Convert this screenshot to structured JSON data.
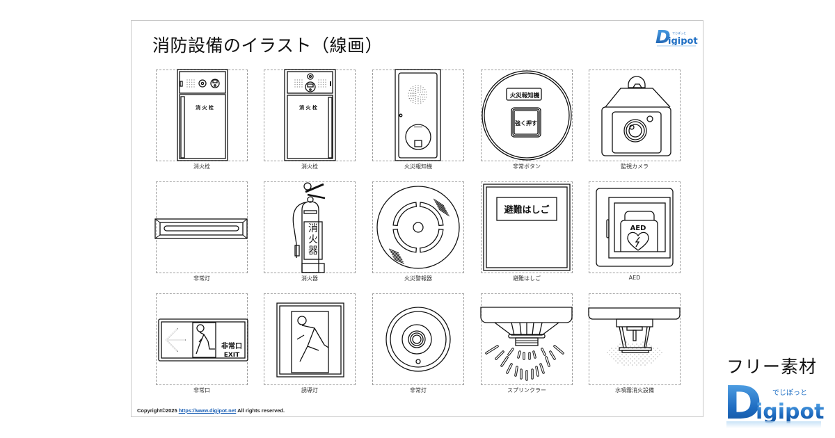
{
  "page": {
    "title": "消防設備のイラスト（線画）",
    "brand": "Digipot",
    "brand_kana": "でじぽっと",
    "free_label": "フリー素材",
    "copyright_prefix": "Copyright©2025 ",
    "copyright_link": "https://www.digipot.net",
    "copyright_suffix": " All rights reserved.",
    "colors": {
      "brand_blue": "#1f6fc4",
      "link_blue": "#1a5fb4",
      "line": "#111111",
      "frame": "#9a9a9a"
    }
  },
  "illustrations": [
    {
      "caption": "消火栓",
      "icon": "fire-hydrant-box-icon",
      "inner_text": "消 火 栓"
    },
    {
      "caption": "消火栓",
      "icon": "fire-hydrant-box-icon",
      "inner_text": "消 火 栓"
    },
    {
      "caption": "火災報知機",
      "icon": "fire-alarm-panel-icon"
    },
    {
      "caption": "非常ボタン",
      "icon": "emergency-button-icon",
      "inner_text": "火災報知機",
      "button_text": "強く押す"
    },
    {
      "caption": "監視カメラ",
      "icon": "security-camera-icon"
    },
    {
      "caption": "非常灯",
      "icon": "emergency-light-bar-icon"
    },
    {
      "caption": "消火器",
      "icon": "fire-extinguisher-icon",
      "inner_text": "消火器"
    },
    {
      "caption": "火災警報器",
      "icon": "smoke-detector-icon"
    },
    {
      "caption": "避難はしご",
      "icon": "escape-ladder-box-icon",
      "inner_text": "避難はしご"
    },
    {
      "caption": "AED",
      "icon": "aed-cabinet-icon",
      "inner_text": "AED"
    },
    {
      "caption": "非常口",
      "icon": "exit-sign-icon",
      "inner_text": "非常口",
      "inner_text_en": "EXIT"
    },
    {
      "caption": "誘導灯",
      "icon": "guide-light-icon"
    },
    {
      "caption": "非常灯",
      "icon": "emergency-ceiling-light-icon"
    },
    {
      "caption": "スプリンクラー",
      "icon": "sprinkler-icon"
    },
    {
      "caption": "水噴霧消火設備",
      "icon": "water-mist-icon"
    }
  ]
}
